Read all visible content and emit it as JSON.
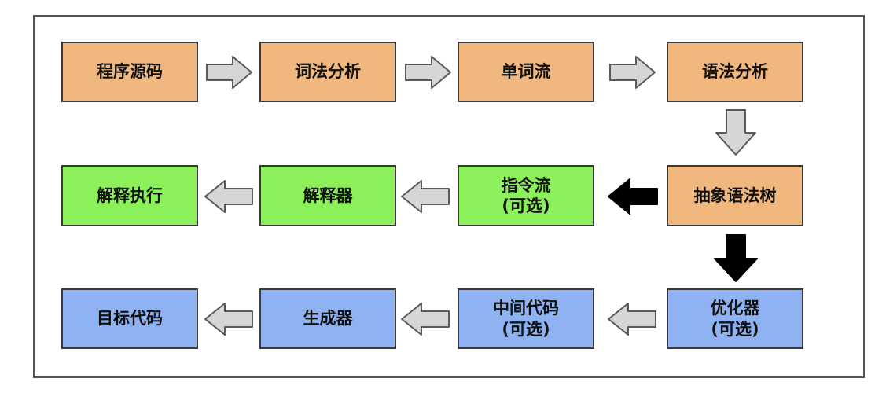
{
  "colors": {
    "orange": "#F0B77F",
    "green": "#8BF05A",
    "blue": "#8FB3F2",
    "box_border": "#3a3a3a",
    "gray_arrow_fill": "#D6D6D6",
    "gray_arrow_stroke": "#5a5a5a",
    "black_arrow": "#000000"
  },
  "row1": {
    "source_code": "程序源码",
    "lexical_analysis": "词法分析",
    "token_stream": "单词流",
    "syntax_analysis": "语法分析"
  },
  "row2": {
    "ast": "抽象语法树",
    "instruction_stream_line1": "指令流",
    "instruction_stream_line2": "(可选)",
    "interpreter": "解释器",
    "interpret_execute": "解释执行"
  },
  "row3": {
    "optimizer_line1": "优化器",
    "optimizer_line2": "(可选)",
    "intermediate_code_line1": "中间代码",
    "intermediate_code_line2": "(可选)",
    "generator": "生成器",
    "target_code": "目标代码"
  },
  "arrows": [
    {
      "direction": "right",
      "style": "gray"
    },
    {
      "direction": "right",
      "style": "gray"
    },
    {
      "direction": "right",
      "style": "gray"
    },
    {
      "direction": "down",
      "style": "gray"
    },
    {
      "direction": "left",
      "style": "black"
    },
    {
      "direction": "left",
      "style": "gray"
    },
    {
      "direction": "left",
      "style": "gray"
    },
    {
      "direction": "down",
      "style": "black"
    },
    {
      "direction": "left",
      "style": "gray"
    },
    {
      "direction": "left",
      "style": "gray"
    },
    {
      "direction": "left",
      "style": "gray"
    }
  ]
}
